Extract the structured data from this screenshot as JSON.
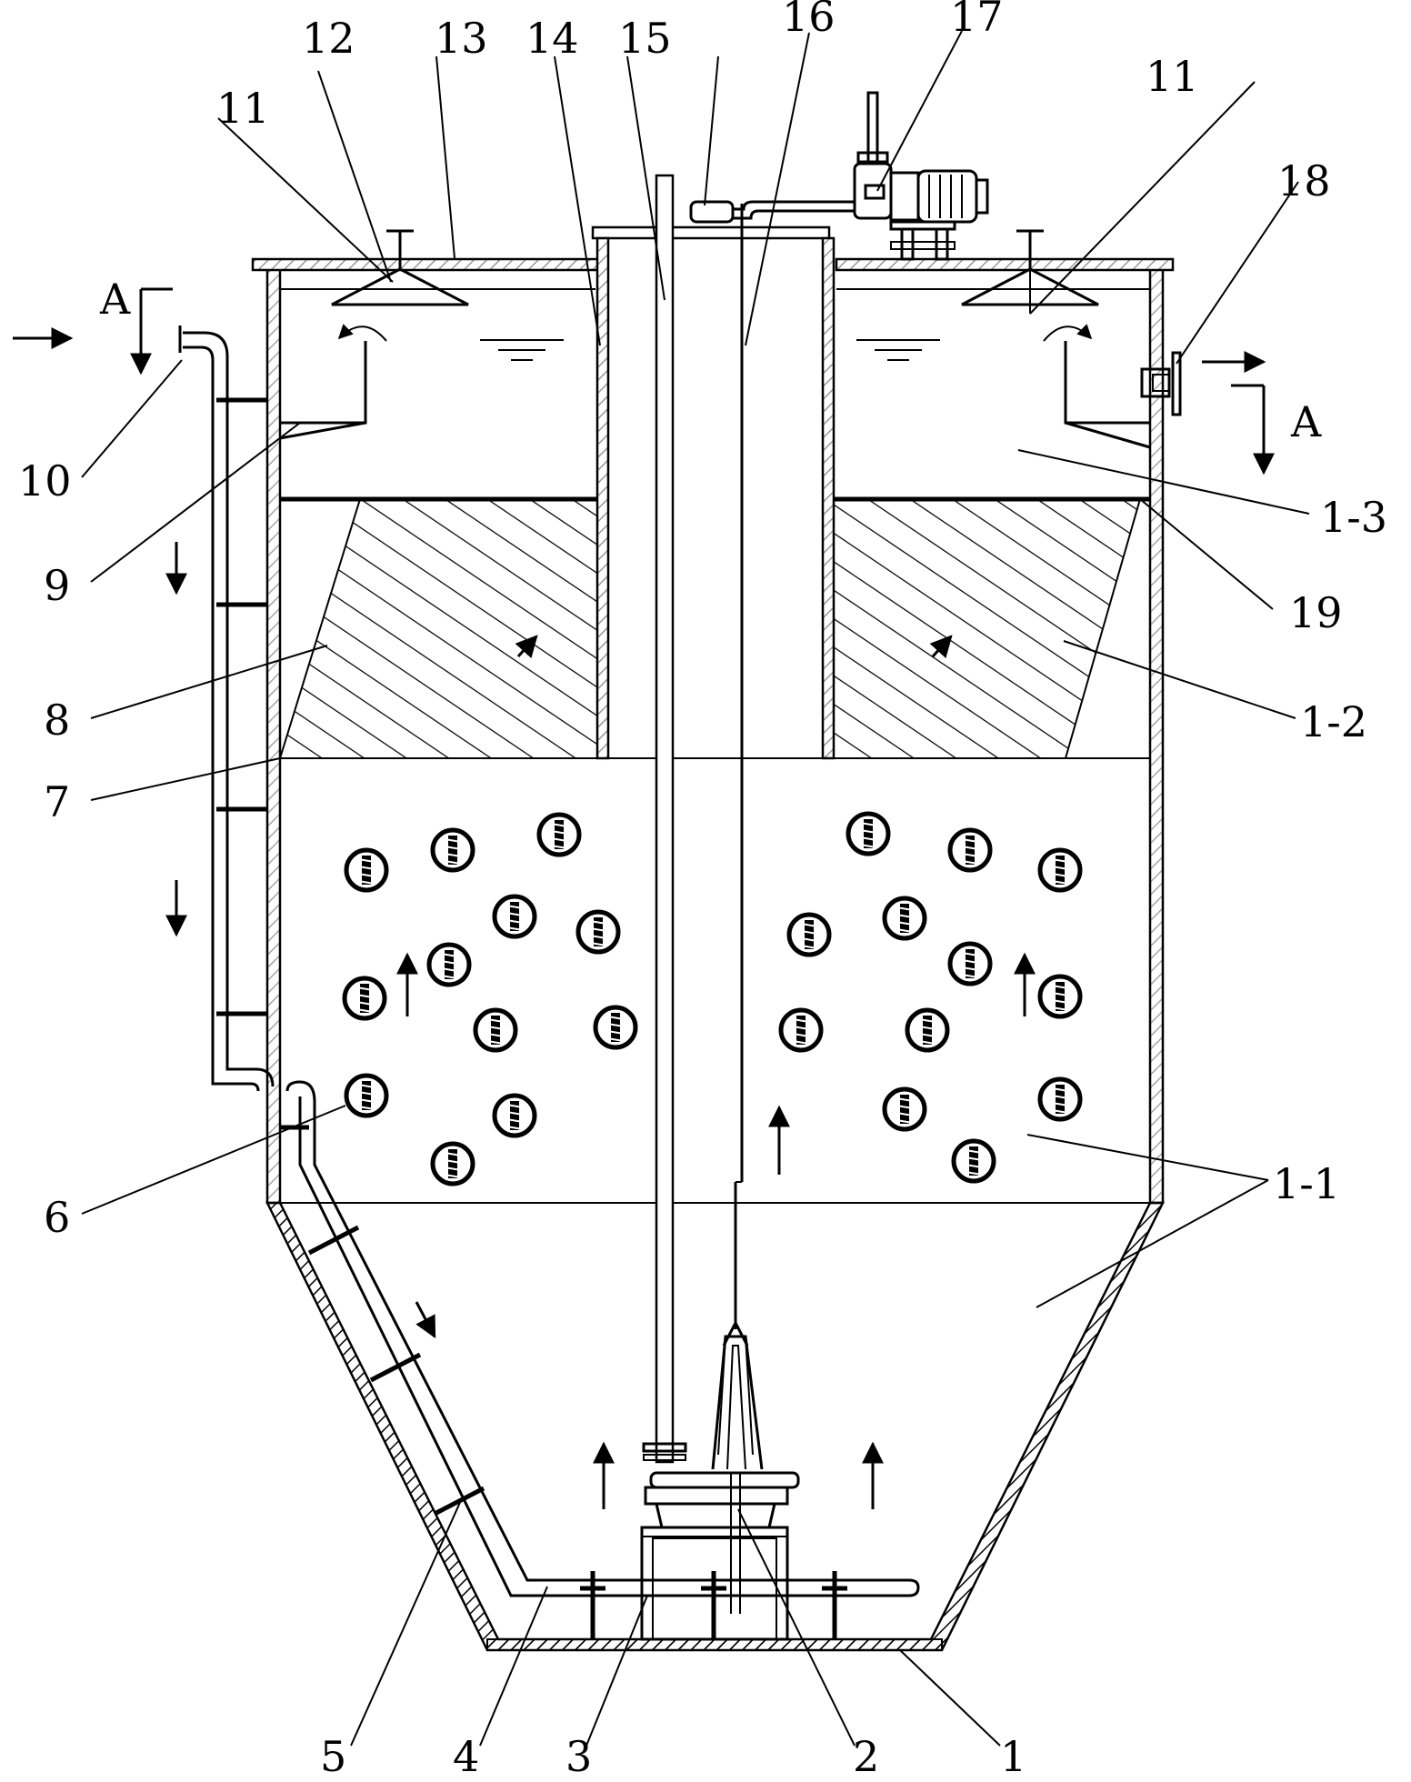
{
  "diagram": {
    "labels": {
      "l1": "1",
      "l2": "2",
      "l3": "3",
      "l4": "4",
      "l5": "5",
      "l6": "6",
      "l7": "7",
      "l8": "8",
      "l9": "9",
      "l10": "10",
      "l11a": "11",
      "l11b": "11",
      "l12": "12",
      "l13": "13",
      "l14": "14",
      "l15": "15",
      "l16": "16",
      "l17": "17",
      "l18": "18",
      "l19": "19",
      "l1_1": "1-1",
      "l1_2": "1-2",
      "l1_3": "1-3"
    },
    "section_mark_left": "A",
    "section_mark_right": "A"
  }
}
